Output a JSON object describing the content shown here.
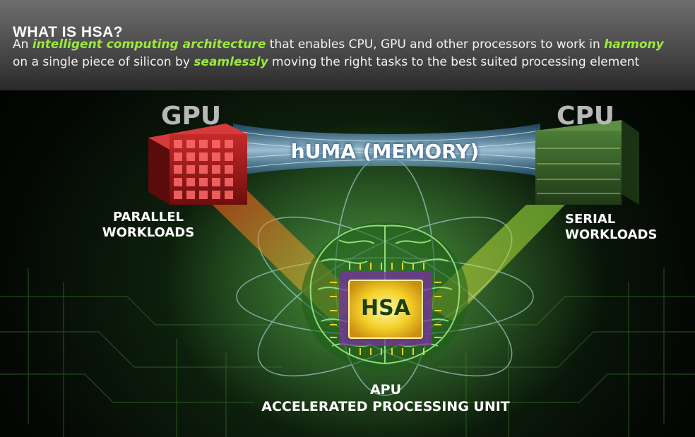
{
  "header": {
    "title": "WHAT IS HSA?",
    "desc_pre": "An ",
    "desc_hl1": "intelligent computing architecture",
    "desc_mid1": " that enables CPU, GPU and other processors to work in ",
    "desc_hl2": "harmony",
    "desc_mid2": " on a single piece of silicon by ",
    "desc_hl3": "seamlessly",
    "desc_post": " moving the right tasks to the best suited processing element"
  },
  "diagram": {
    "gpu": {
      "title": "GPU",
      "label_line1": "PARALLEL",
      "label_line2": "WORKLOADS"
    },
    "cpu": {
      "title": "CPU",
      "label_line1": "SERIAL",
      "label_line2": "WORKLOADS"
    },
    "memory_label": "hUMA (MEMORY)",
    "chip_label": "HSA",
    "apu_label_line1": "APU",
    "apu_label_line2": "ACCELERATED PROCESSING UNIT"
  },
  "colors": {
    "highlight": "#9bea3c",
    "gpu_red": "#b51e1e",
    "cpu_green": "#3d6b2c",
    "memory_blue": "#8fc6ee",
    "brain_green": "#7fe36a",
    "chip_yellow": "#f4d02a"
  }
}
